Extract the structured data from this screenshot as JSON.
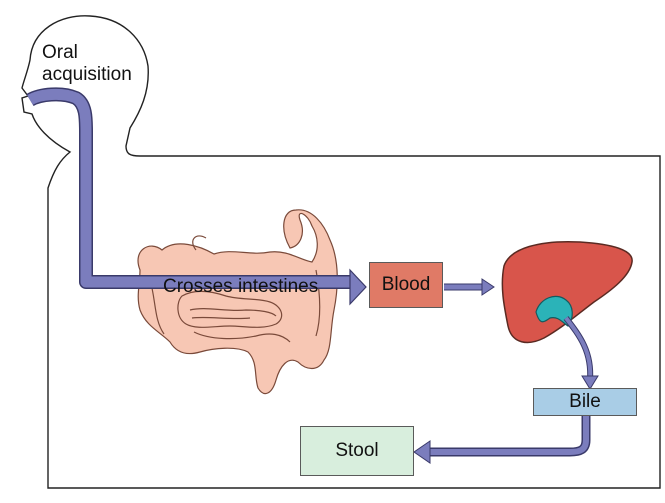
{
  "labels": {
    "oral_line1": "Oral",
    "oral_line2": "acquisition",
    "crosses": "Crosses intestines",
    "blood": "Blood",
    "bile": "Bile",
    "stool": "Stool"
  },
  "colors": {
    "arrow": "#7b7dbd",
    "blood": "#e07a66",
    "bile": "#a9cde6",
    "stool": "#d8eedd",
    "liver": "#d8554b",
    "gallbladder": "#2bb3b8",
    "intestine": "#f7c7b4"
  }
}
